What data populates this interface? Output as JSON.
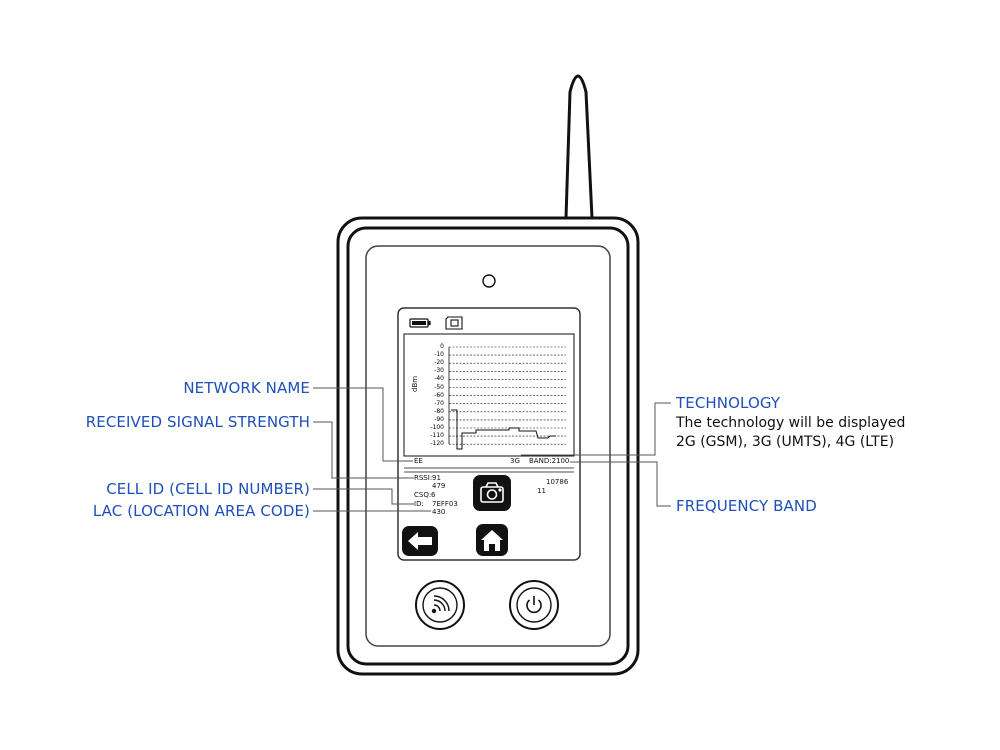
{
  "callouts": {
    "network_name": "NETWORK NAME",
    "received_signal_strength": "RECEIVED SIGNAL STRENGTH",
    "cell_id": "CELL ID (CELL ID NUMBER)",
    "lac": "LAC (LOCATION AREA CODE)",
    "technology": "TECHNOLOGY",
    "technology_desc_line1": "The technology will be displayed",
    "technology_desc_line2": "2G (GSM), 3G (UMTS), 4G (LTE)",
    "frequency_band": "FREQUENCY BAND"
  },
  "screen": {
    "y_axis_label": "dBm",
    "y_ticks": [
      "0",
      "-10",
      "-20",
      "-30",
      "-40",
      "-50",
      "-60",
      "-70",
      "-80",
      "-90",
      "-100",
      "-110",
      "-120"
    ],
    "network": "EE",
    "technology": "3G",
    "band": "BAND:2100",
    "rssi_label": "RSSI:",
    "rssi_value": "91",
    "value_479": "479",
    "csq_label": "CSQ:",
    "csq_value": "6",
    "id_label": "ID:",
    "id_value": "7EFF03",
    "lac_value": "430",
    "right_value_1": "10786",
    "right_value_2": "11"
  },
  "icons": {
    "battery": "battery-icon",
    "sim": "sim-card-icon",
    "camera": "camera-icon",
    "back": "back-arrow-icon",
    "home": "home-icon",
    "signal": "signal-wave-icon",
    "power": "power-icon"
  },
  "colors": {
    "callout": "#1f4fb8",
    "leader": "#555555",
    "outline": "#111111"
  }
}
